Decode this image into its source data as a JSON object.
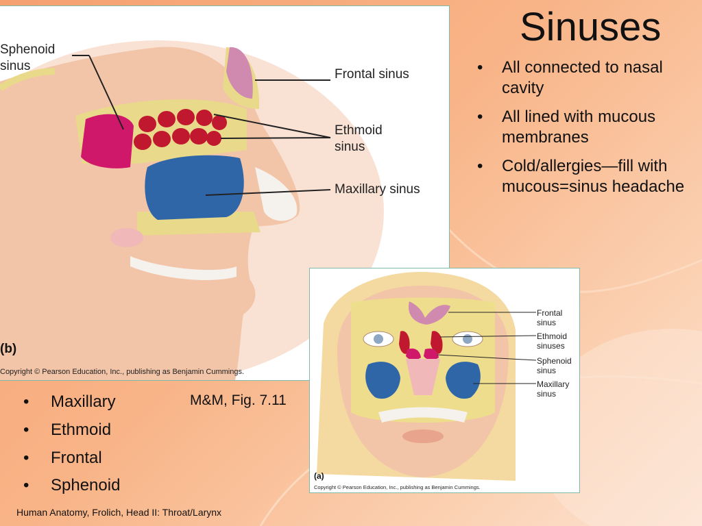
{
  "slide": {
    "title": "Sinuses",
    "points": [
      "All connected to nasal cavity",
      "All lined with mucous membranes",
      "Cold/allergies—fill with mucous=sinus headache"
    ],
    "sinus_list": [
      "Maxillary",
      "Ethmoid",
      "Frontal",
      "Sphenoid"
    ],
    "figure_ref": "M&M, Fig. 7.11",
    "footer": "Human Anatomy, Frolich, Head II:  Throat/Larynx"
  },
  "figure_b": {
    "panel_letter": "(b)",
    "labels": {
      "sphenoid_l1": "Sphenoid",
      "sphenoid_l2": "sinus",
      "frontal": "Frontal sinus",
      "ethmoid_l1": "Ethmoid",
      "ethmoid_l2": "sinus",
      "maxillary": "Maxillary sinus"
    },
    "copyright": "Copyright © Pearson Education, Inc., publishing as Benjamin Cummings."
  },
  "figure_a": {
    "panel_letter": "(a)",
    "labels": {
      "frontal_l1": "Frontal",
      "frontal_l2": "sinus",
      "ethmoid_l1": "Ethmoid",
      "ethmoid_l2": "sinuses",
      "sphenoid_l1": "Sphenoid",
      "sphenoid_l2": "sinus",
      "maxillary_l1": "Maxillary",
      "maxillary_l2": "sinus"
    },
    "copyright": "Copyright © Pearson Education, Inc., publishing as Benjamin Cummings."
  },
  "colors": {
    "frontal": "#d08ab0",
    "ethmoid": "#c0182f",
    "sphenoid": "#d0186a",
    "maxillary": "#2e66a8",
    "bone": "#e9d98a",
    "skin": "#f2c4a8"
  }
}
